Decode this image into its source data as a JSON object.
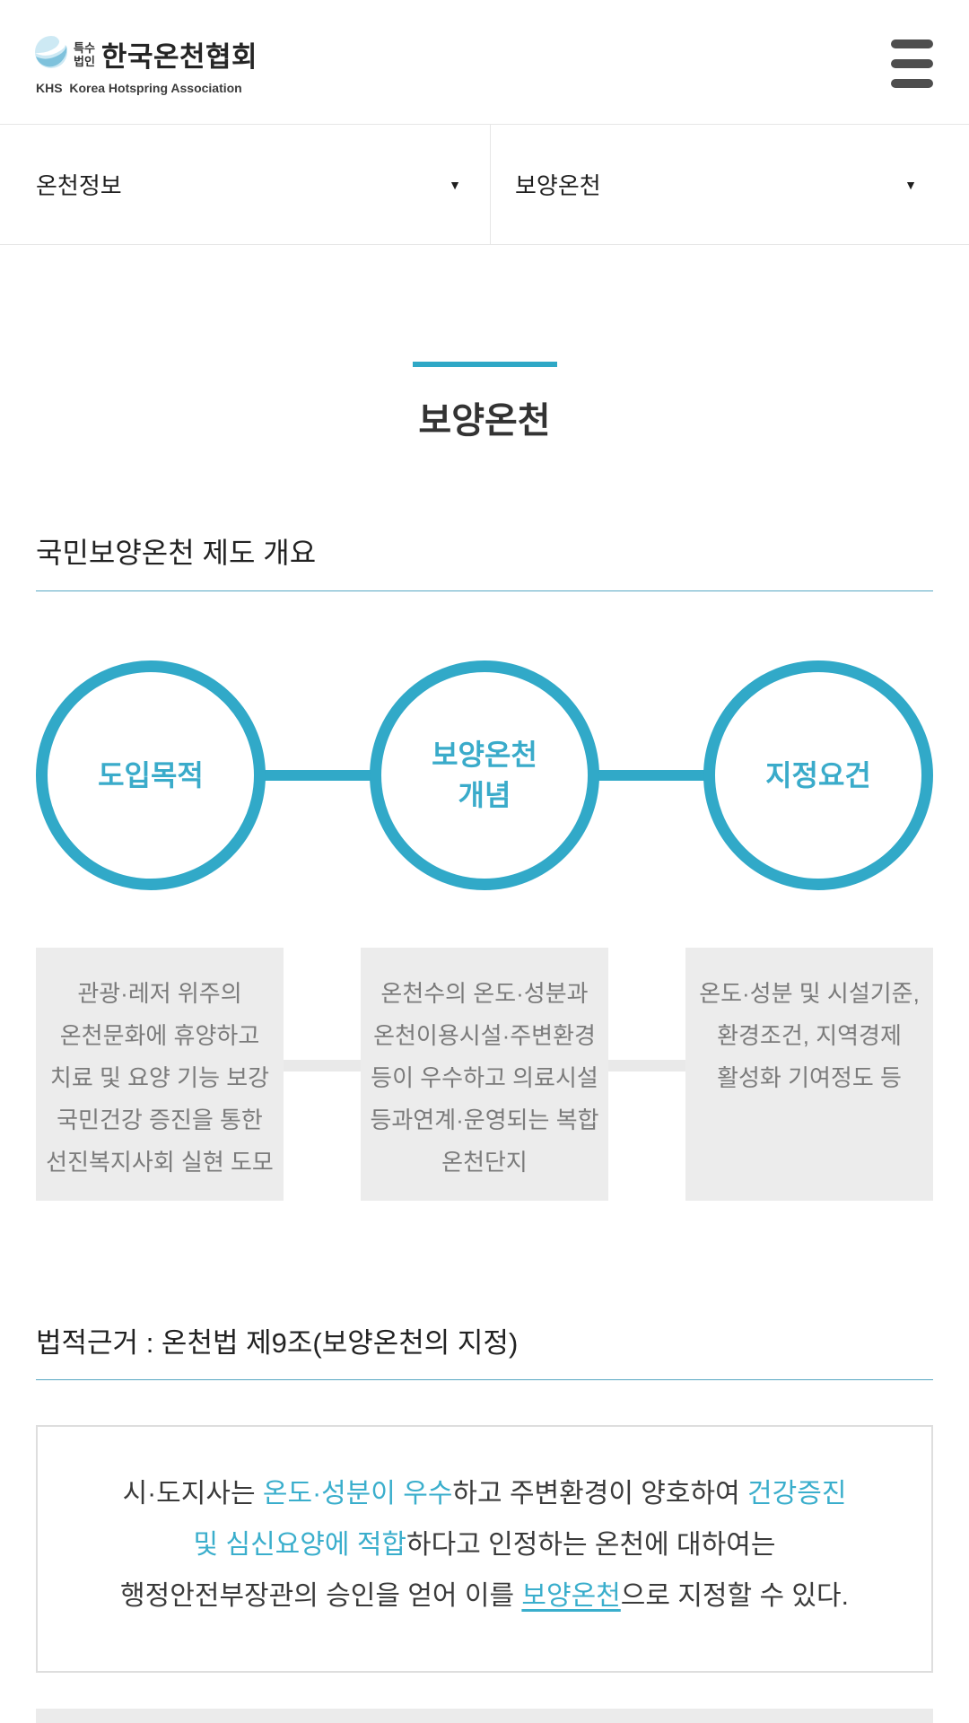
{
  "header": {
    "logo": {
      "org_type_line1": "특수",
      "org_type_line2": "법인",
      "org_name": "한국온천협회",
      "org_subtitle": "KHS  Korea Hotspring Association"
    }
  },
  "nav": {
    "category_select": {
      "value": "온천정보",
      "arrow": "▼"
    },
    "subcategory_select": {
      "value": "보양온천",
      "arrow": "▼"
    }
  },
  "page": {
    "title": "보양온천"
  },
  "overview": {
    "heading": "국민보양온천 제도 개요",
    "steps": [
      {
        "label": "도입목적",
        "desc": "관광·레저 위주의\n온천문화에 휴양하고\n치료 및 요양 기능 보강\n국민건강 증진을 통한\n선진복지사회 실현 도모"
      },
      {
        "label": "보양온천\n개념",
        "desc": "온천수의 온도·성분과\n온천이용시설·주변환경\n등이 우수하고 의료시설\n등과연계·운영되는 복합\n온천단지"
      },
      {
        "label": "지정요건",
        "desc": "온도·성분 및 시설기준,\n환경조건, 지역경제\n활성화 기여정도 등"
      }
    ]
  },
  "legal": {
    "heading": "법적근거 : 온천법 제9조(보양온천의 지정)",
    "quote": {
      "l1s1": "시·도지사는 ",
      "l1s2": "온도·성분이 우수",
      "l1s3": "하고 주변환경이 양호하여 ",
      "l1s4": "건강증진",
      "l2s1": "및 심신요양에 적합",
      "l2s2": "하다고 인정하는 온천에 대하여는",
      "l3s1": "행정안전부장관의 승인을 얻어 이를 ",
      "l3s2": "보양온천",
      "l3s3": "으로 지정할 수 있다."
    }
  },
  "colors": {
    "accent_teal": "#2fa8c6",
    "circle_ring_teal": "#31a9c8",
    "circle_label_teal": "#3aabca",
    "highlight_teal": "#3aaecc",
    "heading_underline": "#57a7c3",
    "box_gray": "#ececec",
    "box_text_gray": "#7b7b7b",
    "menu_bar_gray": "#4e4e4e"
  }
}
